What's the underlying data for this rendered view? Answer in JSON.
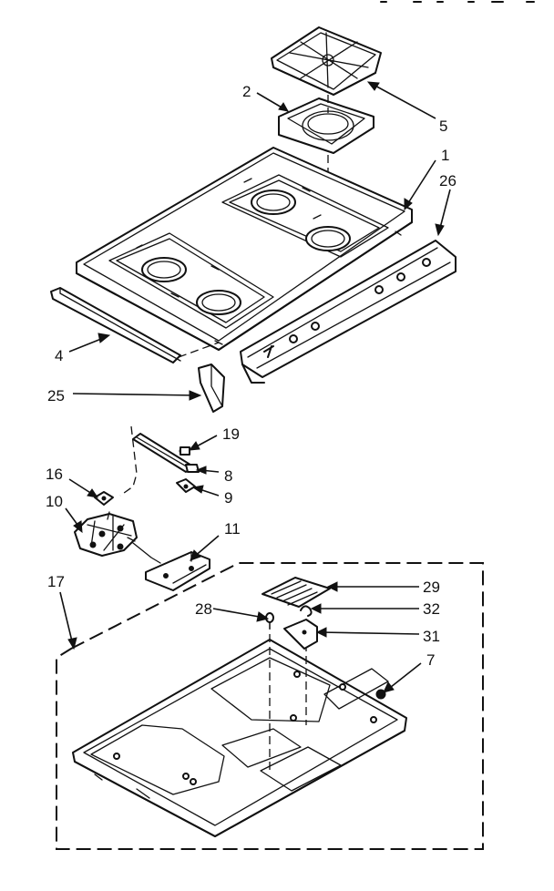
{
  "diagram": {
    "callouts": {
      "c1": "1",
      "c2": "2",
      "c4": "4",
      "c5": "5",
      "c7": "7",
      "c8": "8",
      "c9": "9",
      "c10": "10",
      "c11": "11",
      "c16": "16",
      "c17": "17",
      "c19": "19",
      "c25": "25",
      "c26": "26",
      "c28": "28",
      "c29": "29",
      "c31": "31",
      "c32": "32"
    }
  }
}
